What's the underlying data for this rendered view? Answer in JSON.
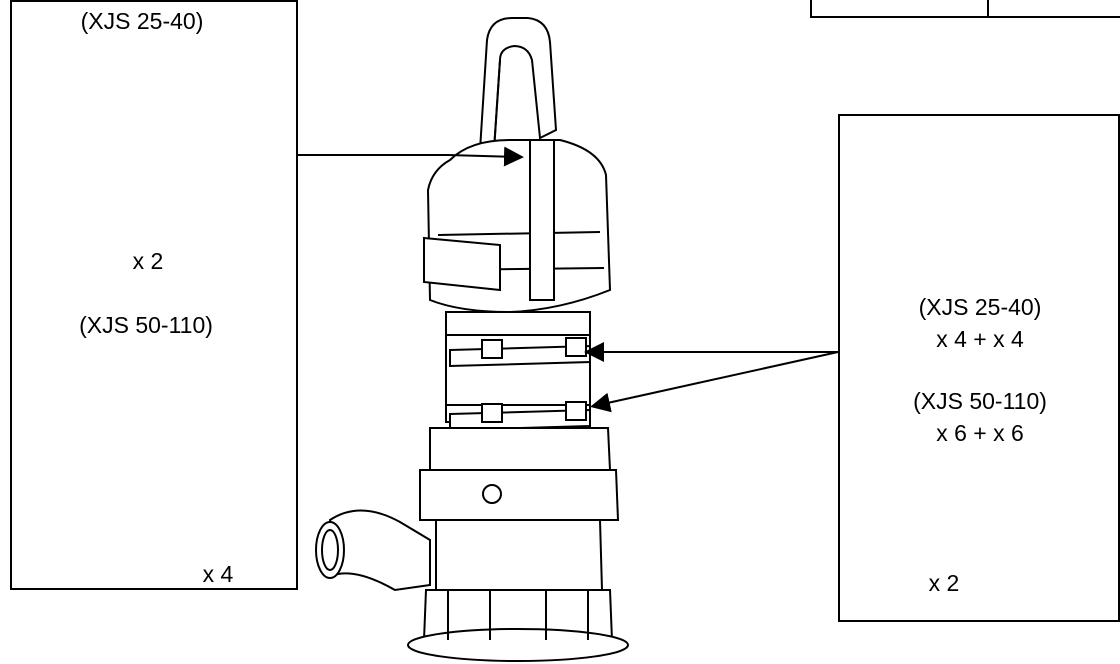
{
  "left_panel": {
    "top_model_label": "(XJS 25-40)",
    "top_quantity": "x 2",
    "bottom_model_label": "(XJS 50-110)",
    "bottom_quantity": "x 4"
  },
  "right_panel": {
    "model_label_1": "(XJS 25-40)",
    "quantity_1": "x 4 + x 4",
    "model_label_2": "(XJS 50-110)",
    "quantity_2": "x 6 + x 6",
    "screw_quantity": "x 2"
  },
  "colors": {
    "line": "#000000",
    "background": "#ffffff",
    "shade": "#d9d9d9"
  }
}
